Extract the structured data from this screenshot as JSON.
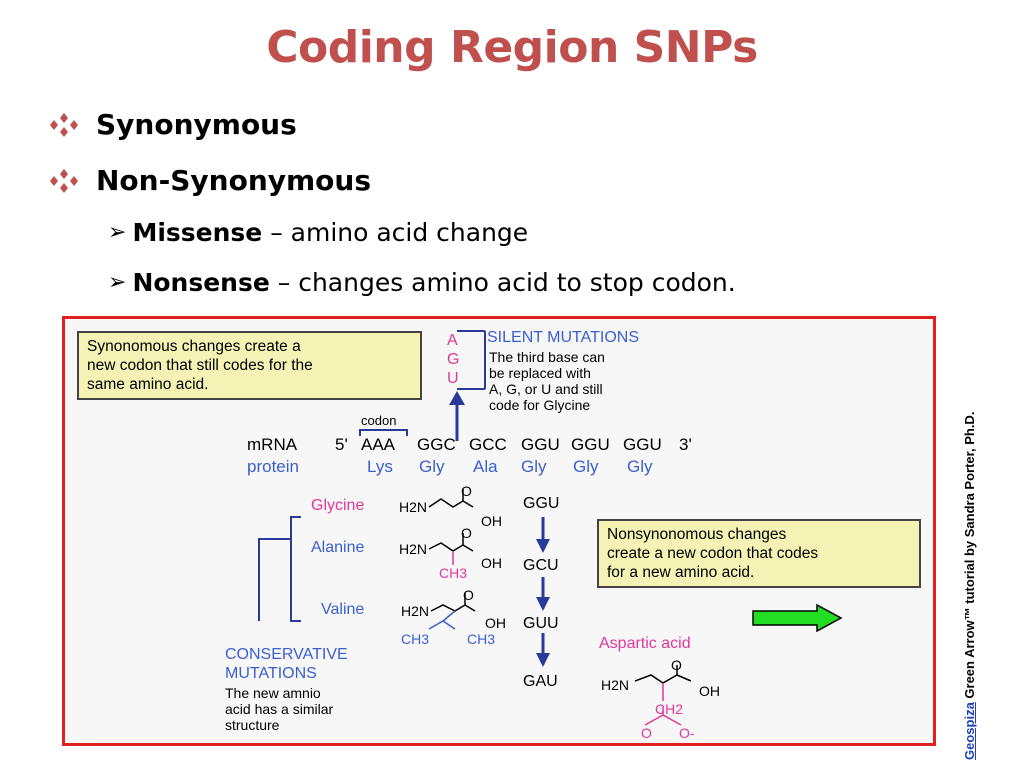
{
  "slide": {
    "title": "Coding Region SNPs",
    "bullets": [
      {
        "text": "Synonymous"
      },
      {
        "text": "Non-Synonymous"
      }
    ],
    "sub_bullets": [
      {
        "term": "Missense",
        "rest": " – amino acid change"
      },
      {
        "term": "Nonsense",
        "rest": " – changes amino acid to stop codon."
      }
    ],
    "accent_color": "#c0504d"
  },
  "figure": {
    "note_synonymous": [
      "Synonomous changes create a",
      "new codon that still codes for the",
      "same amino acid."
    ],
    "silent_letters": [
      "A",
      "G",
      "U"
    ],
    "silent_title": "SILENT MUTATIONS",
    "silent_desc": [
      "The third base can",
      "be replaced with",
      "A, G, or U and still",
      "code for Glycine"
    ],
    "codon_label": "codon",
    "mrna_label": "mRNA",
    "five_prime": "5'",
    "three_prime": "3'",
    "codons": [
      "AAA",
      "GGC",
      "GCC",
      "GGU",
      "GGU",
      "GGU"
    ],
    "protein_label": "protein",
    "amino_acids": [
      "Lys",
      "Gly",
      "Ala",
      "Gly",
      "Gly",
      "Gly"
    ],
    "glycine": "Glycine",
    "alanine": "Alanine",
    "valine": "Valine",
    "aspartic": "Aspartic acid",
    "codon_ggu": "GGU",
    "codon_gcu": "GCU",
    "codon_guu": "GUU",
    "codon_gau": "GAU",
    "note_nonsyn": [
      "Nonsynonomous changes",
      "create a new codon that codes",
      "for a new amino acid."
    ],
    "conservative_title": [
      "CONSERVATIVE",
      "MUTATIONS"
    ],
    "conservative_desc": [
      "The new amnio",
      "acid has a similar",
      "structure"
    ],
    "chem": {
      "h2n": "H2N",
      "oh": "OH",
      "o": "O",
      "ch3": "CH3",
      "ch2": "CH2",
      "o_minus": "O-"
    }
  },
  "credit": {
    "link": "Geospiza",
    "rest": " Green Arrow™ tutorial by Sandra Porter, Ph.D."
  },
  "colors": {
    "blue": "#2a3a9a",
    "pink": "#e0389a",
    "arrow_green": "#22dd22",
    "note_bg": "#f4f2b4",
    "frame": "#e02020"
  }
}
